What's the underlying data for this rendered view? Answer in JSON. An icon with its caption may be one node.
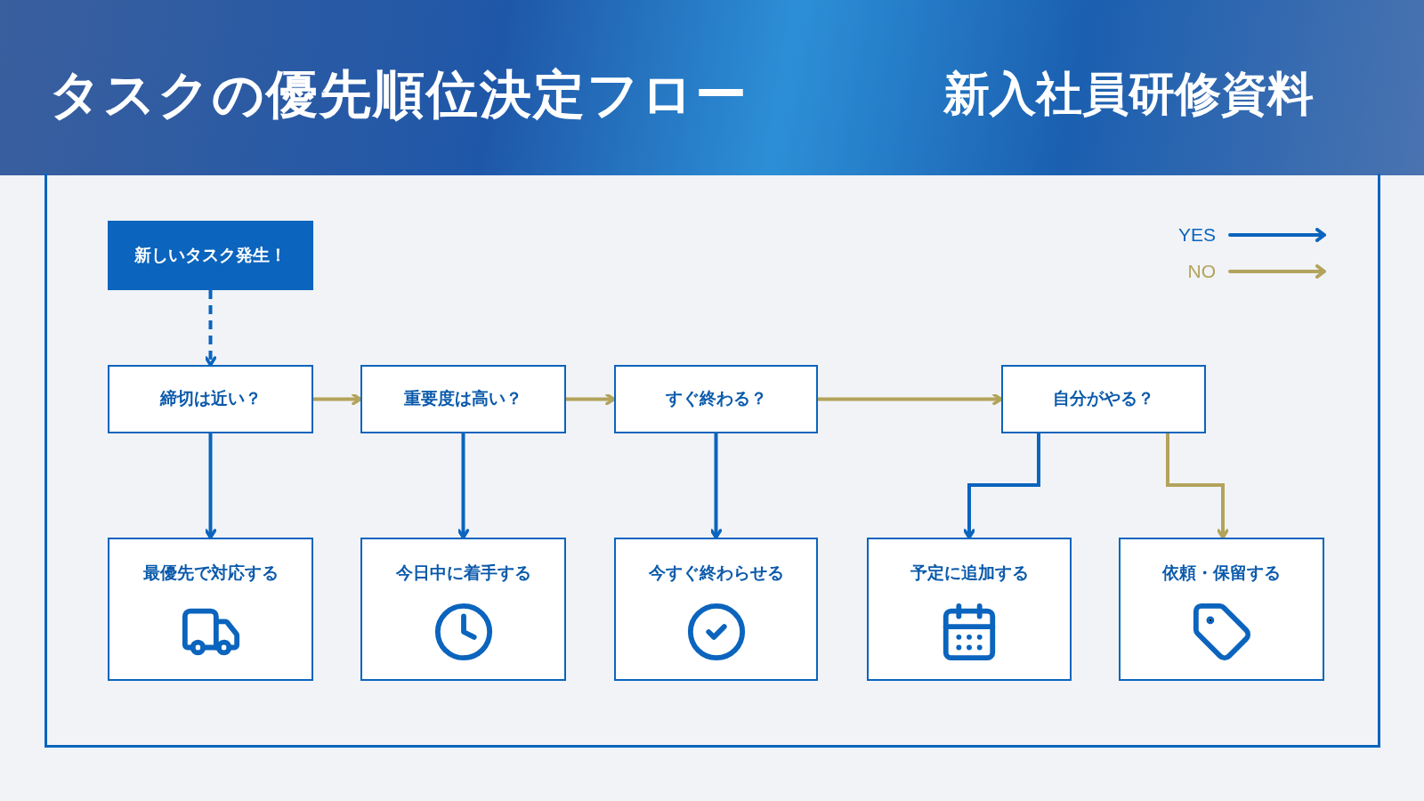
{
  "diagram": {
    "title": "タスクの優先順位決定フロー",
    "nodes": [
      {
        "text": [
          "新しいタスク発生！"
        ]
      },
      {
        "text": [
          "締切は近い？"
        ]
      },
      {
        "text": [
          "重要度は高い？"
        ]
      },
      {
        "text": [
          "すぐ終わる？"
        ]
      },
      {
        "text": [
          "自分がやる？"
        ]
      },
      {
        "text": [
          "最優先で対応する"
        ]
      },
      {
        "text": [
          "今日中に着手する"
        ]
      },
      {
        "text": [
          "今すぐ終わらせる"
        ]
      },
      {
        "text": [
          "予定に追加する"
        ]
      },
      {
        "text": [
          "依頼・保留する"
        ]
      }
    ],
    "edges": [
      {
        "from": 0,
        "to": 1,
        "arrow": "to",
        "style": "dashed"
      },
      {
        "from": 1,
        "to": 2,
        "arrow": "to",
        "color": "#b3a35c"
      },
      {
        "from": 2,
        "to": 3,
        "arrow": "to",
        "color": "#b3a35c"
      },
      {
        "from": 3,
        "to": 4,
        "arrow": "to",
        "color": "#b3a35c"
      },
      {
        "from": 1,
        "to": 5,
        "arrow": "to"
      },
      {
        "from": 2,
        "to": 6,
        "arrow": "to"
      },
      {
        "from": 3,
        "to": 7,
        "arrow": "to"
      },
      {
        "from": 4,
        "to": 8,
        "arrow": "to"
      },
      {
        "from": 4,
        "to": 9,
        "arrow": "to",
        "color": "#b3a35c"
      }
    ],
    "labels": [
      "新入社員研修資料"
    ],
    "legend": [
      {
        "text": "YES"
      },
      {
        "text": "NO"
      }
    ]
  }
}
